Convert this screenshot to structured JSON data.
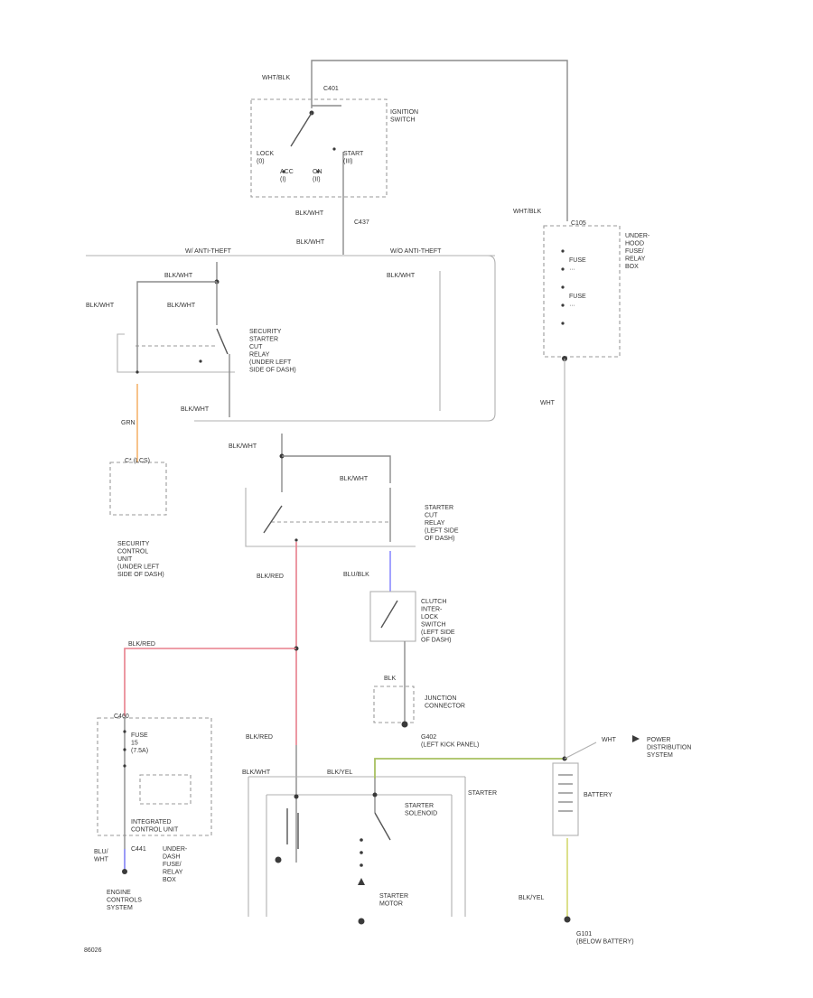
{
  "colors": {
    "wire": "#8c8c8c",
    "orange_wire": "#f5b46e",
    "red_wire": "#e87f8c",
    "blue_wire": "#8c8cff",
    "yellow_green_wire": "#a8c060",
    "yellow_wire": "#d8dc80"
  },
  "labels": {
    "wht_blk_top": "WHT/BLK",
    "c401": "C401",
    "ignition_switch": "IGNITION\nSWITCH",
    "lock": "LOCK\n(0)",
    "acc": "ACC\n(I)",
    "on": "ON\n(II)",
    "start": "START\n(III)",
    "blk_wht_1": "BLK/WHT",
    "c437": "C437",
    "blk_wht_2": "BLK/WHT",
    "wht_blk_right": "WHT/BLK",
    "c105": "C105",
    "under_hood_fuse": "UNDER-\nHOOD\nFUSE/\nRELAY\nBOX",
    "fuse_a": "FUSE\n…",
    "fuse_b": "FUSE\n…",
    "wht_bottom_right": "WHT",
    "bus_left": "W/ ANTI-THEFT",
    "bus_right": "W/O ANTI-THEFT",
    "blk_wht_3": "BLK/WHT",
    "blk_wht_4": "BLK/WHT",
    "blk_wht_5": "BLK/WHT",
    "blk_wht_6": "BLK/WHT",
    "security_relay": "SECURITY\nSTARTER\nCUT\nRELAY\n(UNDER LEFT\nSIDE OF DASH)",
    "blk_wht_7": "BLK/WHT",
    "grn": "GRN",
    "c_lcs": "C* (LCS)",
    "security_unit": "SECURITY\nCONTROL\nUNIT\n(UNDER LEFT\nSIDE OF DASH)",
    "blk_wht_8": "BLK/WHT",
    "blk_wht_9": "BLK/WHT",
    "starter_cut_relay": "STARTER\nCUT\nRELAY\n(LEFT SIDE\nOF DASH)",
    "blk_red_1": "BLK/RED",
    "blu_blk": "BLU/BLK",
    "clutch_switch": "CLUTCH\nINTER-\nLOCK\nSWITCH\n(LEFT SIDE\nOF DASH)",
    "blk_red_2": "BLK/RED",
    "blk_small": "BLK",
    "junction_connector": "JUNCTION\nCONNECTOR",
    "g402": "G402\n(LEFT KICK PANEL)",
    "c460": "C460",
    "fuse_15": "FUSE\n15\n(7.5A)",
    "ecm": "INTEGRATED\nCONTROL UNIT",
    "c441": "C441",
    "under_dash_fuse": "UNDER-\nDASH\nFUSE/\nRELAY\nBOX",
    "blu_wht": "BLU/\nWHT",
    "engine_controls": "ENGINE\nCONTROLS\nSYSTEM",
    "blk_red_3": "BLK/RED",
    "blk_wht_10": "BLK/WHT",
    "blk_yel_1": "BLK/YEL",
    "starter_label": "STARTER",
    "starter_solenoid": "STARTER\nSOLENOID",
    "starter_motor": "STARTER\nMOTOR",
    "wht_power": "WHT",
    "power_distribution": "POWER\nDISTRIBUTION\nSYSTEM",
    "battery": "BATTERY",
    "blk_yel_2": "BLK/YEL",
    "g101": "G101\n(BELOW BATTERY)",
    "ref_code": "86026"
  }
}
